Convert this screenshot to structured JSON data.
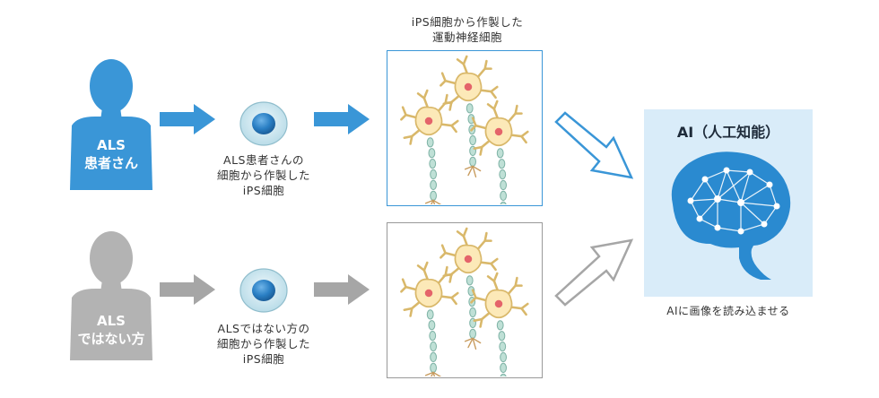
{
  "colors": {
    "patient": "#3a96d7",
    "healthy": "#b3b3b3",
    "arrow_blue": "#3a96d7",
    "arrow_gray": "#a6a6a6",
    "frame_blue": "#3a96d7",
    "frame_gray": "#999999",
    "ai_panel": "#d9ecf9",
    "brain": "#2a8ad0"
  },
  "patient": {
    "label_line1": "ALS",
    "label_line2": "患者さん",
    "cell_caption_line1": "ALS患者さんの",
    "cell_caption_line2": "細胞から作製した",
    "cell_caption_line3": "iPS細胞"
  },
  "healthy": {
    "label_line1": "ALS",
    "label_line2": "ではない方",
    "cell_caption_line1": "ALSではない方の",
    "cell_caption_line2": "細胞から作製した",
    "cell_caption_line3": "iPS細胞"
  },
  "neurons": {
    "caption_line1": "iPS細胞から作製した",
    "caption_line2": "運動神経細胞"
  },
  "ai": {
    "title": "AI（人工知能）",
    "caption": "AIに画像を読み込ませる"
  },
  "icons": [
    "person-silhouette-icon",
    "ips-cell-icon",
    "neuron-icon",
    "brain-network-icon",
    "right-arrow-icon",
    "outline-arrow-icon"
  ]
}
